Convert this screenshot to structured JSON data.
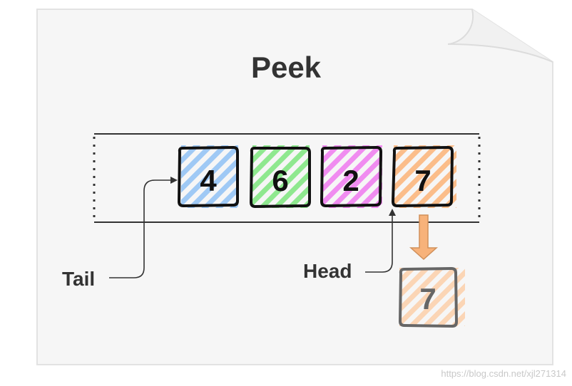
{
  "title": "Peek",
  "queue": {
    "items": [
      {
        "value": "4",
        "color": "#9fc9f5"
      },
      {
        "value": "6",
        "color": "#8fe88f"
      },
      {
        "value": "2",
        "color": "#f08cf0"
      },
      {
        "value": "7",
        "color": "#fbbd8a"
      }
    ]
  },
  "labels": {
    "tail": "Tail",
    "head": "Head"
  },
  "peeked": {
    "value": "7",
    "color": "#fbd5b5"
  },
  "arrow_color": "#f7b27a",
  "watermark": "https://blog.csdn.net/xjl271314"
}
